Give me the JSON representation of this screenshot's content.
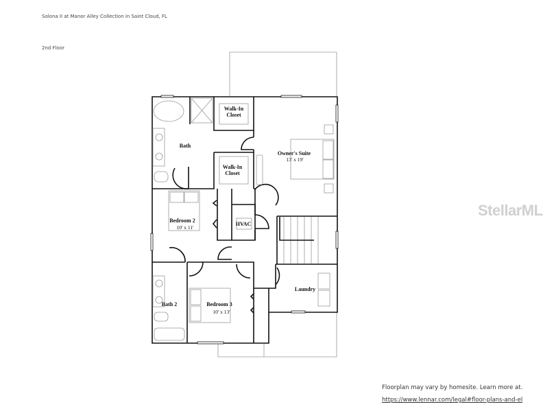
{
  "header": {
    "title": "Solona II at Manor Alley Collection in Saint Cloud, FL",
    "floor": "2nd Floor"
  },
  "rooms": {
    "walkin1": {
      "line1": "Walk-In",
      "line2": "Closet"
    },
    "walkin2": {
      "line1": "Walk-In",
      "line2": "Closet"
    },
    "bath": "Bath",
    "owners": {
      "name": "Owner's Suite",
      "dim": "13' x 19'"
    },
    "bedroom2": {
      "name": "Bedroom 2",
      "dim": "10' x 11'"
    },
    "hvac": "HVAC",
    "laundry": "Laundry",
    "bath2": "Bath 2",
    "bedroom3": {
      "name": "Bedroom 3",
      "dim": "10' x 13'"
    }
  },
  "footer": {
    "note": "Floorplan may vary by homesite. Learn more at.",
    "link": "https://www.lennar.com/legal#floor-plans-and-el"
  },
  "watermark": "StellarMLS"
}
